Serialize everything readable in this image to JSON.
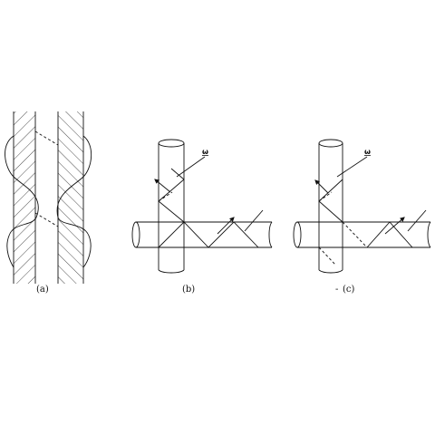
{
  "figure": {
    "panel_a_label": "(a)",
    "panel_b_label": "(b)",
    "panel_c_label": "(c)",
    "panel_b_marker": "ω",
    "panel_c_marker": "ω",
    "panel_c_prefix": "-"
  }
}
